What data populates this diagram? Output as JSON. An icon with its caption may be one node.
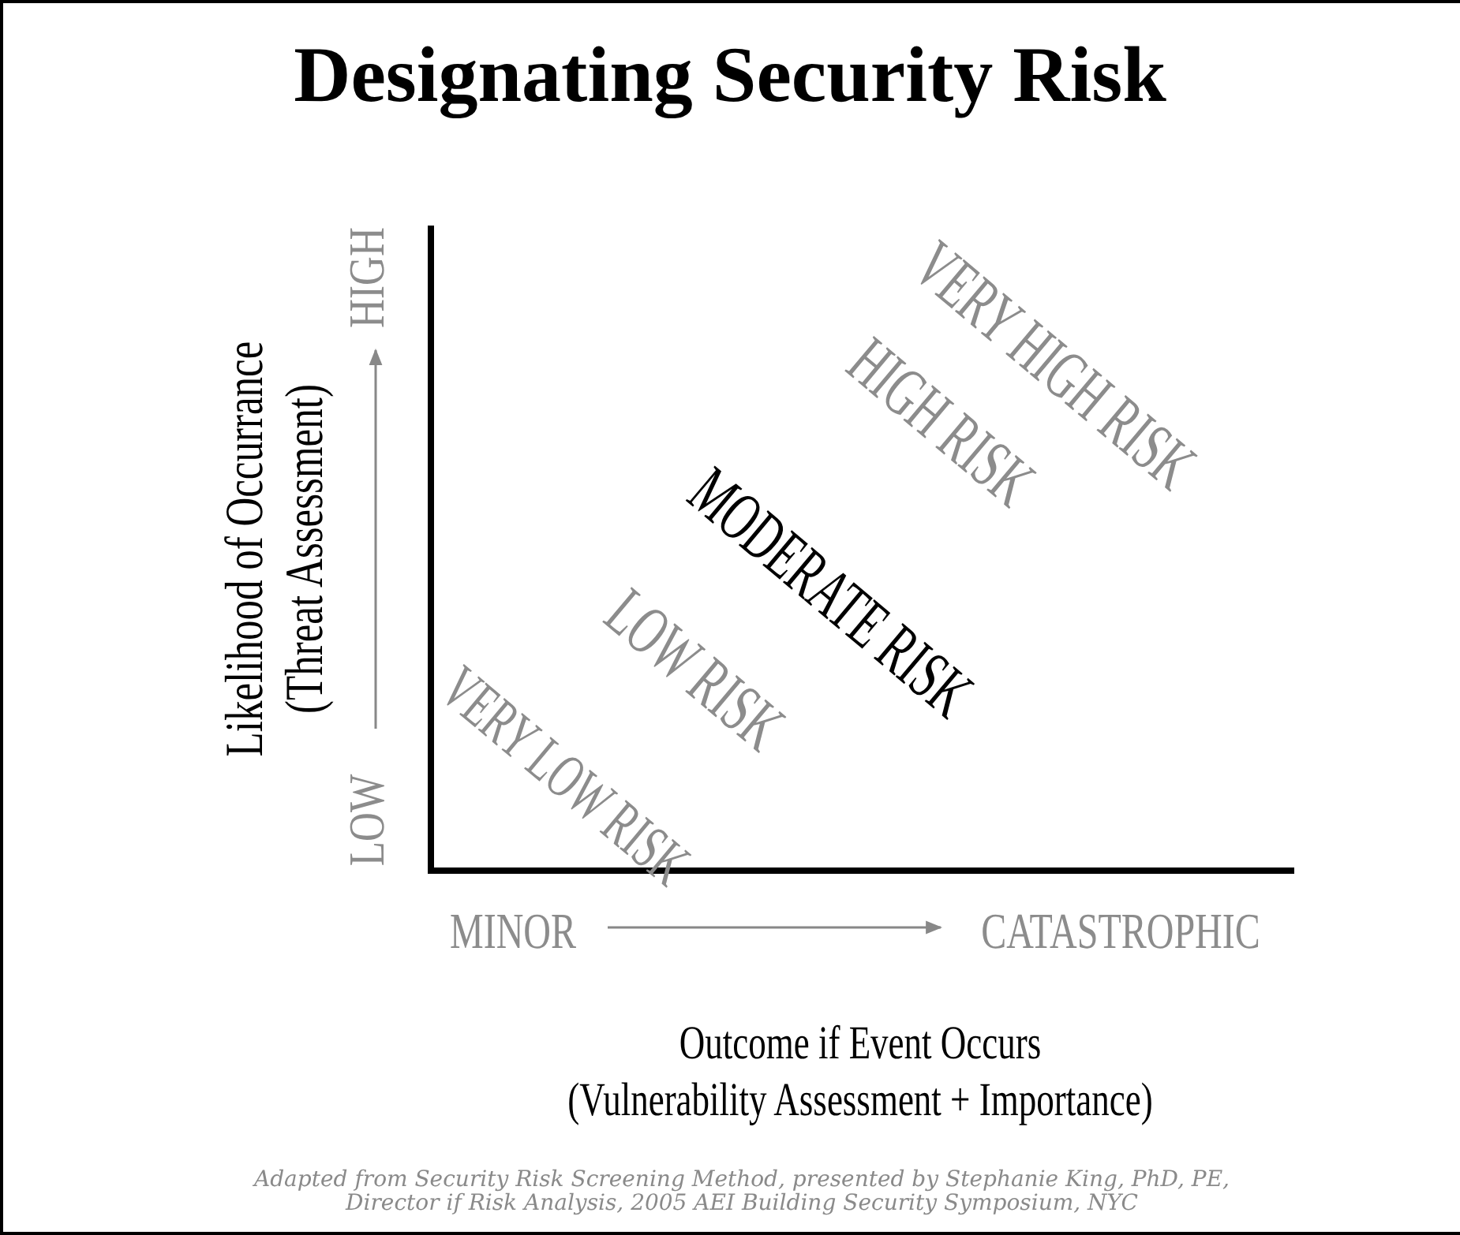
{
  "diagram": {
    "title": "Designating Security Risk",
    "labels": [
      "VERY HIGH RISK",
      "HIGH",
      "HIGH RISK",
      "Likelihood of Occurrance",
      "(Threat Assessment)",
      "MODERATE RISK",
      "LOW RISK",
      "VERY LOW RISK",
      "LOW",
      "MINOR",
      "CATASTROPHIC",
      "Outcome if Event Occurs",
      "(Vulnerability Assessment + Importance)"
    ],
    "caption": "Adapted from Security Risk Screening Method, presented by Stephanie King, PhD, PE, Director if Risk Analysis, 2005 AEI Building Security Symposium, NYC"
  }
}
